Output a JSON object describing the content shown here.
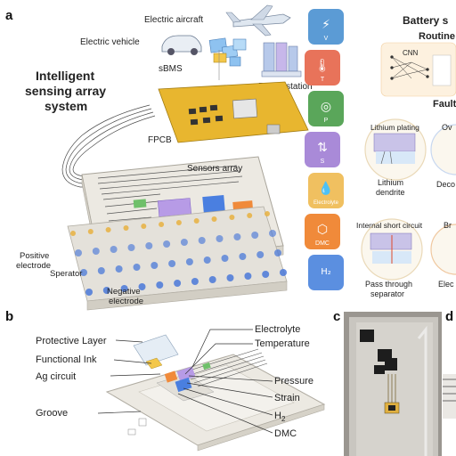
{
  "panels": {
    "a": "a",
    "b": "b",
    "c": "c",
    "d": "d"
  },
  "panel_a": {
    "electric_aircraft": "Electric aircraft",
    "electric_vehicle": "Electric vehicle",
    "sbms": "sBMS",
    "power_station": "Power station",
    "title_line1": "Intelligent",
    "title_line2": "sensing array",
    "title_line3": "system",
    "fpcb": "FPCB",
    "sensors_array": "Sensors array",
    "positive_line1": "Positive",
    "positive_line2": "electrode",
    "separator": "Sperator",
    "negative_line1": "Negative",
    "negative_line2": "electrode"
  },
  "sensor_icons": [
    {
      "sub": "V",
      "color": "#5b9bd5"
    },
    {
      "sub": "T",
      "color": "#e8735a"
    },
    {
      "sub": "P",
      "color": "#5aa65a"
    },
    {
      "sub": "S",
      "color": "#a98ad8"
    },
    {
      "sub": "Electrolyte",
      "color": "#f0c060"
    },
    {
      "sub": "DMC",
      "color": "#f08a3a"
    },
    {
      "sub": "",
      "color": "#5b8fe0"
    }
  ],
  "battery_panel": {
    "title": "Battery s",
    "routine": "Routine",
    "cnn": "CNN",
    "fault": "Fault",
    "lithium_plating": "Lithium plating",
    "over_fragment": "Ov",
    "lithium_dendrite_line1": "Lithium",
    "lithium_dendrite_line2": "dendrite",
    "deco_fragment": "Deco",
    "internal_short": "Internal short circuit",
    "br_fragment": "Br",
    "pass_line1": "Pass through",
    "pass_line2": "separator",
    "elec_fragment": "Elec"
  },
  "panel_b": {
    "protective_layer": "Protective Layer",
    "functional_ink": "Functional Ink",
    "ag_circuit": "Ag circuit",
    "groove": "Groove",
    "electrolyte": "Electrolyte",
    "temperature": "Temperature",
    "pressure": "Pressure",
    "strain": "Strain",
    "h2": "H",
    "h2_sub": "2",
    "dmc": "DMC"
  },
  "colors": {
    "pcb": "#e8b62f",
    "pouch": "#ece9e2",
    "electrode_dot": "#4a78d8",
    "positive_dot": "#e8b040",
    "accent_orange": "#f08a3a",
    "accent_purple": "#b79be6",
    "accent_blue": "#4a7fe0",
    "accent_green": "#6fc06a"
  }
}
